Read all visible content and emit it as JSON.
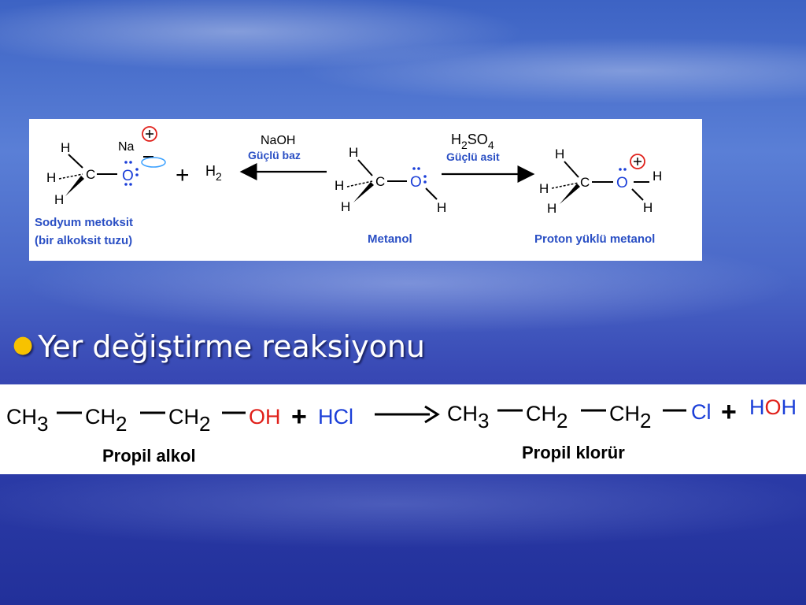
{
  "top_figure": {
    "naoh": "NaOH",
    "strong_base": "Güçlü baz",
    "h2so4_h": "H",
    "h2so4_2": "2",
    "h2so4_so": "SO",
    "h2so4_4": "4",
    "strong_acid": "Güçlü asit",
    "sodium_methoxide_line1": "Sodyum metoksit",
    "sodium_methoxide_line2": "(bir alkoksit tuzu)",
    "methanol": "Metanol",
    "protonated_methanol": "Proton yüklü metanol",
    "na": "Na",
    "h": "H",
    "c": "C",
    "o": "O",
    "plus": "+",
    "h2_h": "H",
    "h2_2": "2"
  },
  "bullet": {
    "text": "Yer değiştirme reaksiyonu"
  },
  "equation": {
    "ch3": "CH",
    "ch2": "CH",
    "sub3": "3",
    "sub2": "2",
    "oh": "OH",
    "plus": "+",
    "hcl": "HCl",
    "cl": "Cl",
    "hoh": "HOH",
    "propyl_alcohol": "Propil alkol",
    "propyl_chloride": "Propil klorür"
  },
  "colors": {
    "red": "#e0201a",
    "blue": "#1a3ed8",
    "label_blue": "#2a4fc4",
    "bullet": "#f7c200"
  }
}
